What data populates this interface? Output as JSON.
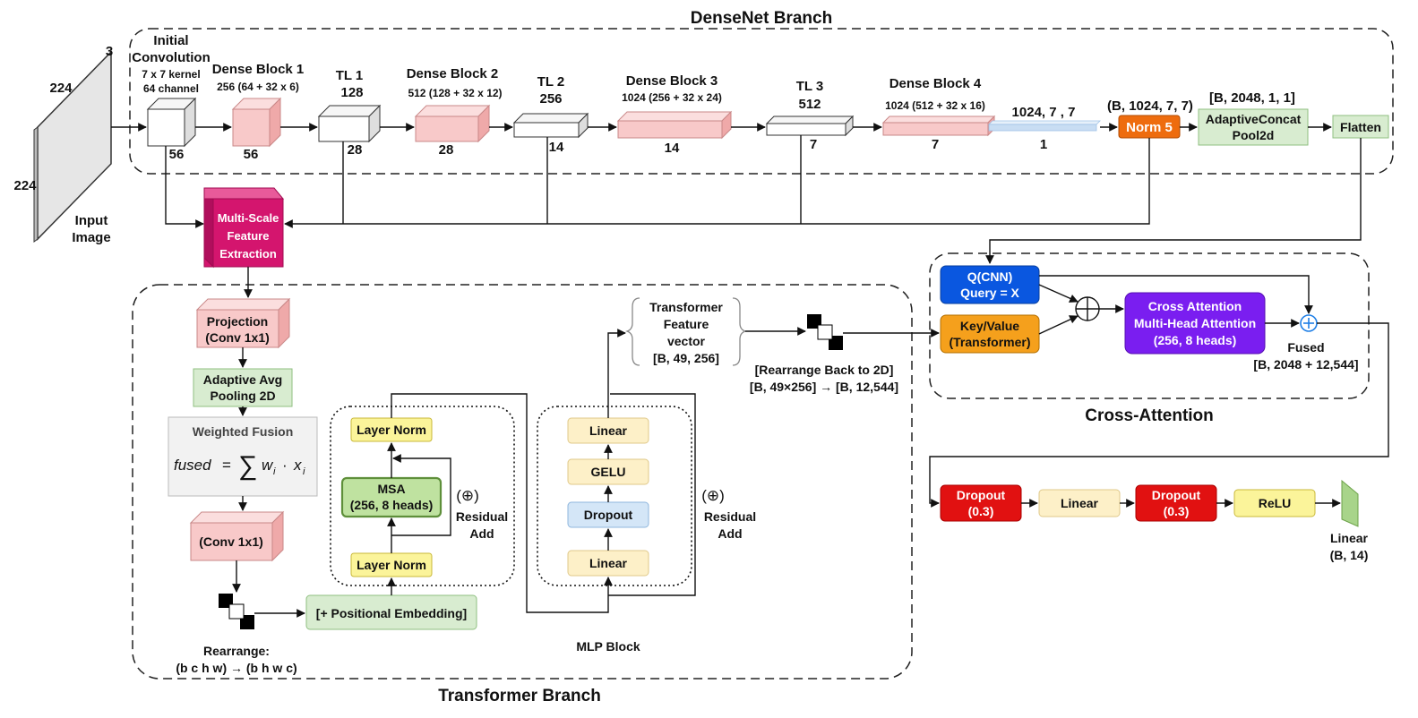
{
  "branches": {
    "densenet": "DenseNet Branch",
    "transformer": "Transformer Branch",
    "cross": "Cross-Attention"
  },
  "input": {
    "label1": "Input",
    "label2": "Image",
    "width": "224",
    "height": "224",
    "channels": "3"
  },
  "densenet": {
    "init_title1": "Initial",
    "init_title2": "Convolution",
    "init_sub1": "7 x 7 kernel",
    "init_sub2": "64 channel",
    "init_size": "56",
    "db1_title": "Dense Block 1",
    "db1_sub": "256 (64 + 32 x 6)",
    "db1_size": "56",
    "tl1_title": "TL 1",
    "tl1_ch": "128",
    "tl1_size": "28",
    "db2_title": "Dense Block 2",
    "db2_sub": "512 (128 + 32 x 12)",
    "db2_size": "28",
    "tl2_title": "TL 2",
    "tl2_ch": "256",
    "tl2_size": "14",
    "db3_title": "Dense Block 3",
    "db3_sub": "1024 (256 + 32 x 24)",
    "db3_size": "14",
    "tl3_title": "TL 3",
    "tl3_ch": "512",
    "tl3_size": "7",
    "db4_title": "Dense Block 4",
    "db4_sub": "1024 (512 + 32 x 16)",
    "db4_size": "7",
    "feat_dims": "1024, 7 , 7",
    "feat_size": "1",
    "norm_dims": "(B, 1024, 7, 7)",
    "norm_label": "Norm 5",
    "pool_dims": "[B, 2048, 1, 1]",
    "pool_label1": "AdaptiveConcat",
    "pool_label2": "Pool2d",
    "flatten": "Flatten"
  },
  "msfe": {
    "line1": "Multi-Scale",
    "line2": "Feature",
    "line3": "Extraction"
  },
  "transformer": {
    "proj1": "Projection",
    "proj2": "(Conv 1x1)",
    "aap1": "Adaptive Avg",
    "aap2": "Pooling 2D",
    "wf_title": "Weighted Fusion",
    "formula_lhs": "fused",
    "formula_eq": "=",
    "formula_sum": "∑",
    "formula_w": "w",
    "formula_dot": "·",
    "formula_x": "x",
    "formula_i": "i",
    "conv": "(Conv 1x1)",
    "rearrange1": "Rearrange:",
    "rearrange2": "(b c h w) → (b h w c)",
    "posemb": "[+ Positional Embedding]",
    "ln_top": "Layer Norm",
    "msa1": "MSA",
    "msa2": "(256, 8 heads)",
    "ln_bottom": "Layer Norm",
    "res_symbol": "(⊕)",
    "res1": "Residual",
    "res2": "Add",
    "mlp_linear_top": "Linear",
    "mlp_gelu": "GELU",
    "mlp_dropout": "Dropout",
    "mlp_linear_bottom": "Linear",
    "mlp_res_symbol": "(⊕)",
    "mlp_res1": "Residual",
    "mlp_res2": "Add",
    "mlp_title": "MLP Block",
    "tfv1": "Transformer",
    "tfv2": "Feature",
    "tfv3": "vector",
    "tfv4": "[B, 49, 256]",
    "rb1": "[Rearrange Back to 2D]",
    "rb2": "[B, 49×256] → [B, 12,544]"
  },
  "cross": {
    "q1": "Q(CNN)",
    "q2": "Query = X",
    "kv1": "Key/Value",
    "kv2": "(Transformer)",
    "ca1": "Cross Attention",
    "ca2": "Multi-Head Attention",
    "ca3": "(256, 8 heads)",
    "fused1": "Fused",
    "fused2": "[B, 2048 + 12,544]"
  },
  "head": {
    "drop1a": "Dropout",
    "drop1b": "(0.3)",
    "linear": "Linear",
    "drop2a": "Dropout",
    "drop2b": "(0.3)",
    "relu": "ReLU",
    "out1": "Linear",
    "out2": "(B, 14)"
  },
  "colors": {
    "pink_face": "#f8c9c9",
    "pink_top": "#fbdede",
    "pink_side": "#efa9a9",
    "magenta": "#d4156e",
    "orange": "#ee6c0e",
    "green_box": "#d8ecd0",
    "yellow_box": "#fbf49a",
    "msa_green": "#bfe2a0",
    "cream": "#fdf0c8",
    "light_blue": "#d4e6f7",
    "blue": "#0a57e0",
    "amber": "#f5a01c",
    "purple": "#7a1ef0",
    "red": "#e11111",
    "gray_box": "#f2f2f2"
  }
}
